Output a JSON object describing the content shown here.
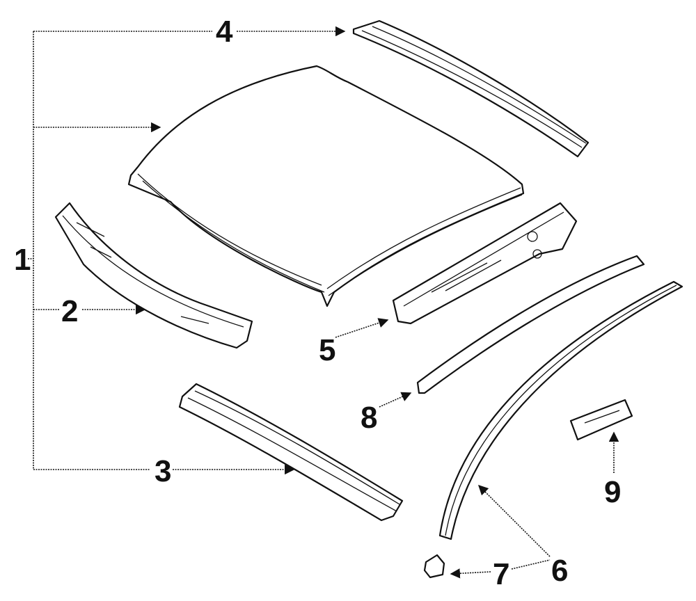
{
  "callouts": {
    "c1": "1",
    "c2": "2",
    "c3": "3",
    "c4": "4",
    "c5": "5",
    "c6": "6",
    "c7": "7",
    "c8": "8",
    "c9": "9"
  },
  "colors": {
    "ink": "#111111",
    "background": "#ffffff"
  }
}
